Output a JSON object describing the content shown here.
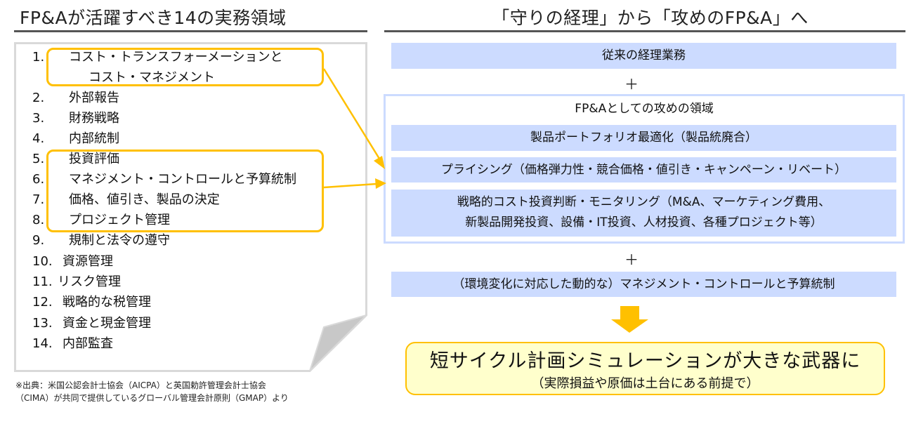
{
  "left_panel": {
    "title": "FP&Aが活躍すべき14の実務領域",
    "items": [
      {
        "num": "1.",
        "text": "コスト・トランスフォーメーションと",
        "cont": "コスト・マネジメント"
      },
      {
        "num": "2.",
        "text": "外部報告"
      },
      {
        "num": "3.",
        "text": "財務戦略"
      },
      {
        "num": "4.",
        "text": "内部統制"
      },
      {
        "num": "5.",
        "text": "投資評価"
      },
      {
        "num": "6.",
        "text": "マネジメント・コントロールと予算統制"
      },
      {
        "num": "7.",
        "text": "価格、値引き、製品の決定"
      },
      {
        "num": "8.",
        "text": "プロジェクト管理"
      },
      {
        "num": "9.",
        "text": "規制と法令の遵守"
      },
      {
        "num": "10.",
        "text": "資源管理"
      },
      {
        "num": "11.",
        "text": "リスク管理"
      },
      {
        "num": "12.",
        "text": "戦略的な税管理"
      },
      {
        "num": "13.",
        "text": "資金と現金管理"
      },
      {
        "num": "14.",
        "text": "内部監査"
      }
    ],
    "source_line1": "※出典：米国公認会計士協会（AICPA）と英国勅許管理会計士協会",
    "source_line2": "（CIMA）が共同で提供しているグローバル管理会計原則（GMAP）より"
  },
  "right_panel": {
    "title": "「守りの経理」から「攻めのFP&A」へ",
    "traditional": "従来の経理業務",
    "plus": "＋",
    "offense_title": "FP&Aとしての攻めの領域",
    "portfolio": "製品ポートフォリオ最適化（製品統廃合）",
    "pricing": "プライシング（価格弾力性・競合価格・値引き・キャンペーン・リベート）",
    "strategic_line1": "戦略的コスト投資判断・モニタリング（M&A、マーケティング費用、",
    "strategic_line2": "新製品開発投資、設備・IT投資、人材投資、各種プロジェクト等）",
    "management": "（環境変化に対応した動的な）マネジメント・コントロールと予算統制",
    "conclusion_main": "短サイクル計画シミュレーションが大きな武器に",
    "conclusion_sub": "（実際損益や原価は土台にある前提で）"
  },
  "colors": {
    "accent_yellow": "#FFC000",
    "box_blue": "#CCDBFF",
    "conclusion_fill": "#FFFFCC",
    "paper_border": "#D9D9D9"
  }
}
